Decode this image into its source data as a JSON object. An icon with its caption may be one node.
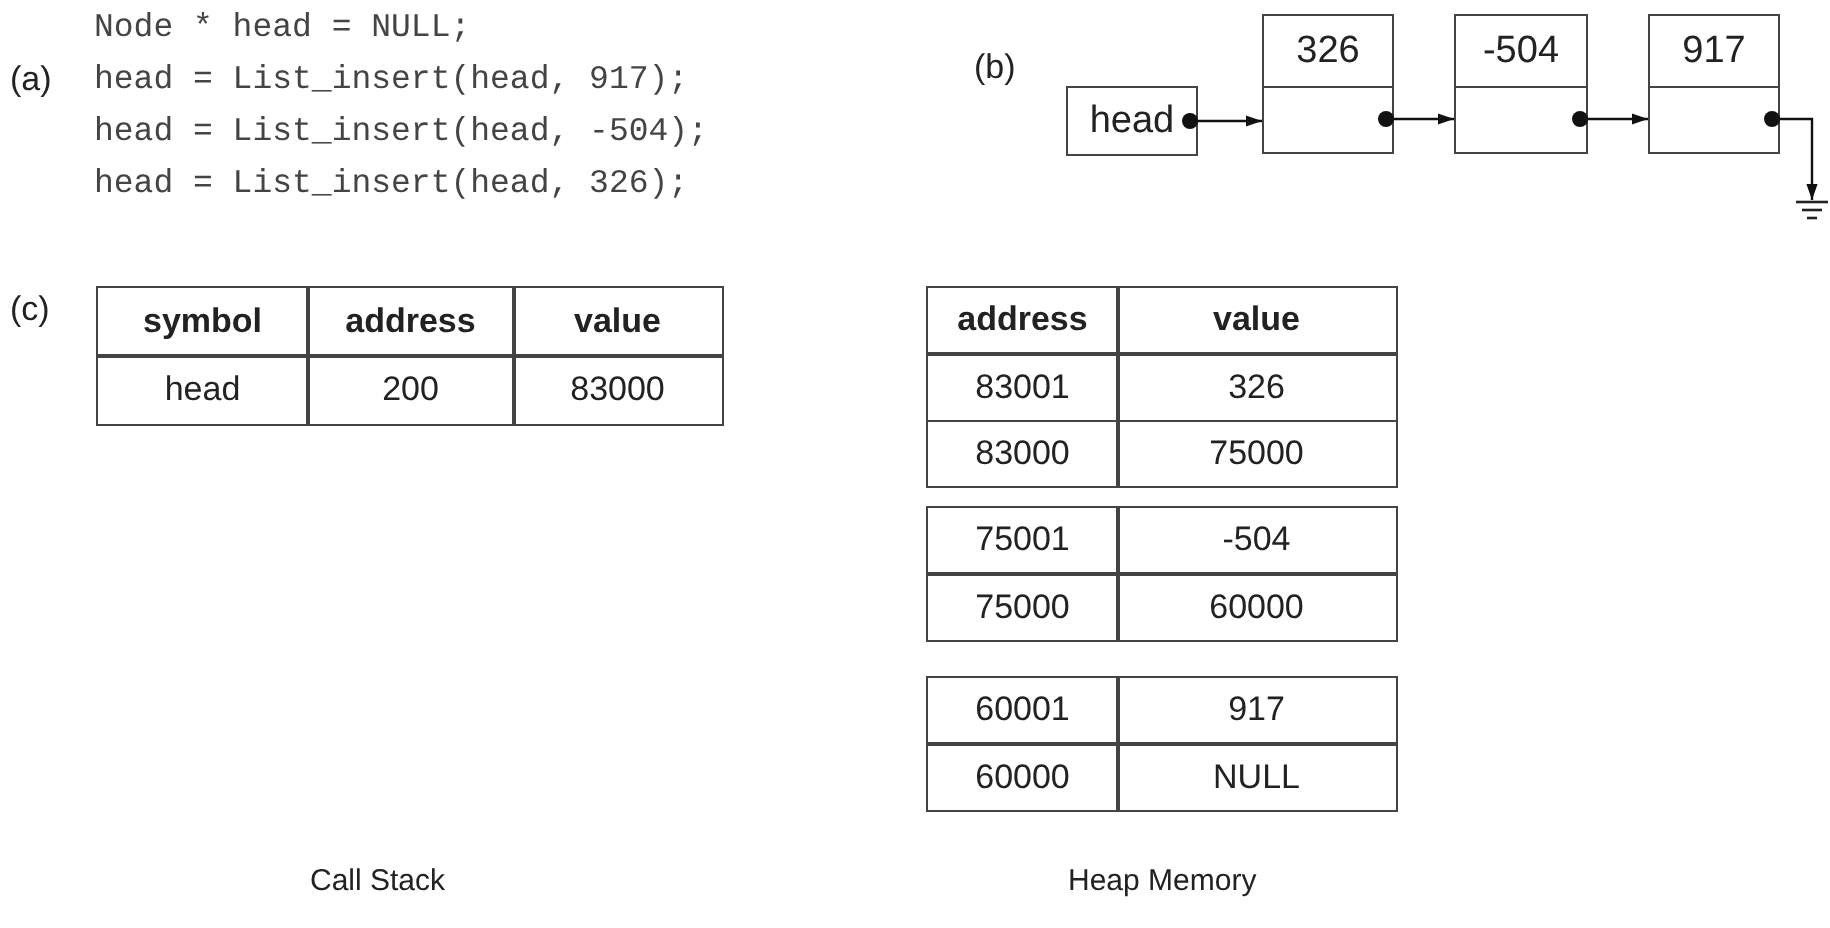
{
  "diagram": {
    "nodes": [
      {
        "text": [
          "head"
        ]
      },
      {
        "text": [
          "326"
        ]
      },
      {
        "text": [
          "-504"
        ]
      },
      {
        "text": [
          "917"
        ]
      },
      {
        "text": [],
        "shape": "ground"
      }
    ],
    "edges": [
      {
        "from": 0,
        "to": 1,
        "arrow": "to"
      },
      {
        "from": 1,
        "to": 2,
        "arrow": "to"
      },
      {
        "from": 2,
        "to": 3,
        "arrow": "to"
      },
      {
        "from": 3,
        "to": 4,
        "arrow": "to"
      }
    ],
    "labels": [
      "Node * head = NULL;",
      "(a)",
      "head = List_insert(head, 917);",
      "(b)",
      "head = List_insert(head, -504);",
      "head = List_insert(head, 326);",
      "(c)",
      "symbol",
      "address",
      "value",
      "head",
      "200",
      "83000",
      "address",
      "value",
      "83001",
      "326",
      "83000",
      "75000",
      "75001",
      "-504",
      "75000",
      "60000",
      "60001",
      "917",
      "60000",
      "NULL",
      "Call Stack",
      "Heap Memory"
    ]
  }
}
